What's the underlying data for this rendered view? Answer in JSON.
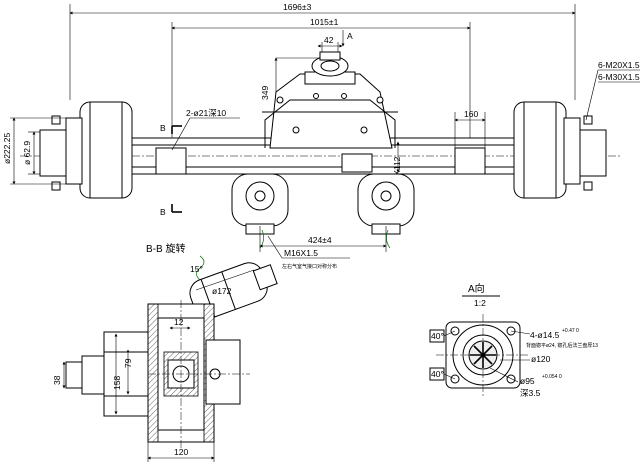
{
  "main_view": {
    "overall_length": "1696±3",
    "spring_center": "1015±1",
    "dim_42": "42",
    "view_arrow": "A",
    "dim_349": "349",
    "hole_callout": "2-ø21深10",
    "dim_160": "160",
    "bolt_m20": "6-M20X1.5",
    "bolt_m30": "6-M30X1.5",
    "dim_222": "ø222.25",
    "dim_62": "ø 62.9",
    "section_mark_top": "B",
    "section_mark_bottom": "B",
    "tube_dim": "140X112",
    "chamber_spacing": "424±4",
    "port_thread": "M16X1.5",
    "port_note": "左右气室气接口对称分布"
  },
  "section_view": {
    "title": "B-B 旋转",
    "dim_15": "15°",
    "dim_172": "ø172",
    "dim_12": "12",
    "dim_79": "79",
    "dim_158": "158",
    "dim_38": "38",
    "dim_120": "120"
  },
  "view_a": {
    "title": "A向",
    "scale": "1:2",
    "angle_top": "40°",
    "angle_bottom": "40°",
    "hole_callout": "4-ø14.5",
    "tol_hole": "+0.47 0",
    "hole_note": "背面锪平ø24, 锪孔后法兰盘厚13",
    "pilot_dia": "ø120",
    "spigot_dia": "ø95",
    "tol_spigot": "+0.054 0",
    "spigot_depth": "深3.5"
  }
}
